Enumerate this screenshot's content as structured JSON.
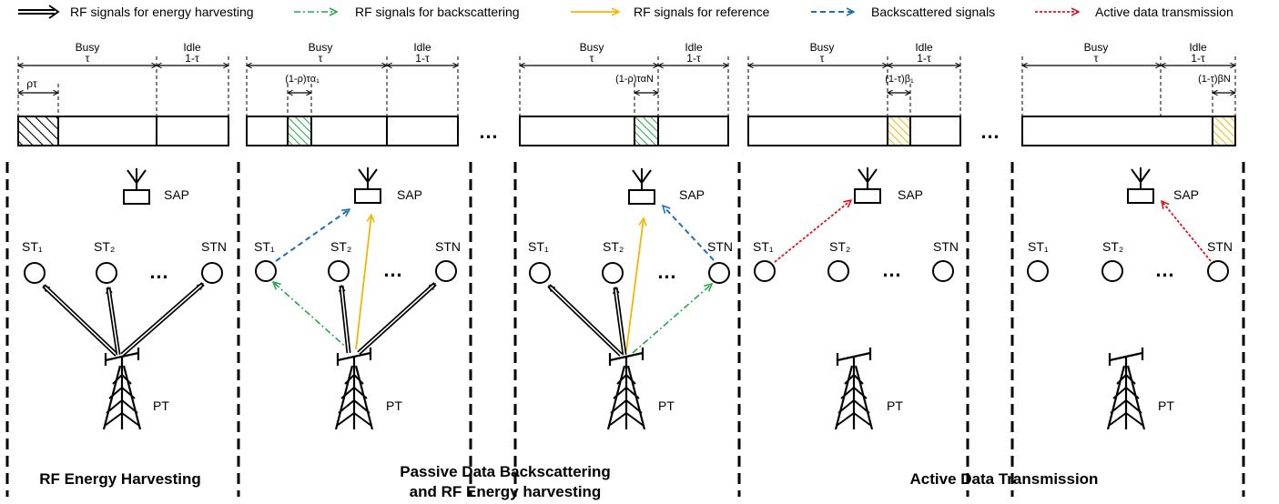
{
  "legend": {
    "energy": "RF signals for energy harvesting",
    "backscatter": "RF signals for backscattering",
    "reference": "RF signals for reference",
    "backscattered": "Backscattered signals",
    "active": "Active data transmission"
  },
  "timeline": {
    "busy": "Busy",
    "idle": "Idle",
    "tau": "τ",
    "one_minus_tau": "1-τ",
    "rho_tau": "ρτ",
    "alpha1": "(1-ρ)τα₁",
    "alphaN": "(1-ρ)ταN",
    "beta1": "(1-τ)β₁",
    "betaN": "(1-τ)βN",
    "ellipsis": "…"
  },
  "nodes": {
    "sap": "SAP",
    "pt": "PT",
    "st1": "ST₁",
    "st2": "ST₂",
    "stn": "STN",
    "ellipsis": "…"
  },
  "sections": {
    "harvesting": "RF Energy Harvesting",
    "passive_line1": "Passive Data Backscattering",
    "passive_line2": "and RF Energy harvesting",
    "active": "Active Data Transmission"
  },
  "colors": {
    "energy": "#000000",
    "backscatter": "#22a84a",
    "reference": "#f2b705",
    "backscattered": "#1f6fb5",
    "active": "#e0141c"
  }
}
